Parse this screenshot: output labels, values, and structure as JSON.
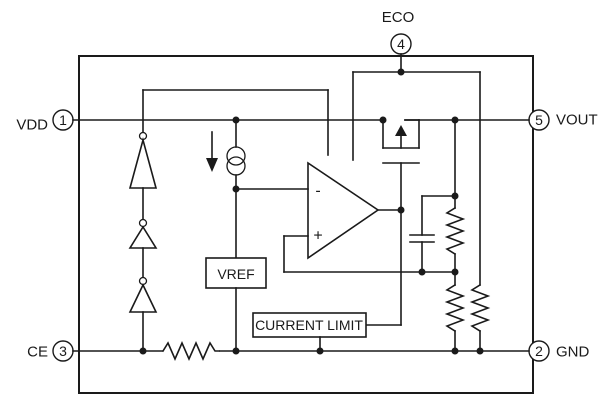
{
  "pins": {
    "vdd": {
      "name": "VDD",
      "number": "1"
    },
    "ce": {
      "name": "CE",
      "number": "3"
    },
    "eco": {
      "name": "ECO",
      "number": "4"
    },
    "vout": {
      "name": "VOUT",
      "number": "5"
    },
    "gnd": {
      "name": "GND",
      "number": "2"
    }
  },
  "blocks": {
    "vref": "VREF",
    "current_limit": "CURRENT LIMIT"
  },
  "opamp": {
    "inverting": "-",
    "non_inverting": "+"
  }
}
